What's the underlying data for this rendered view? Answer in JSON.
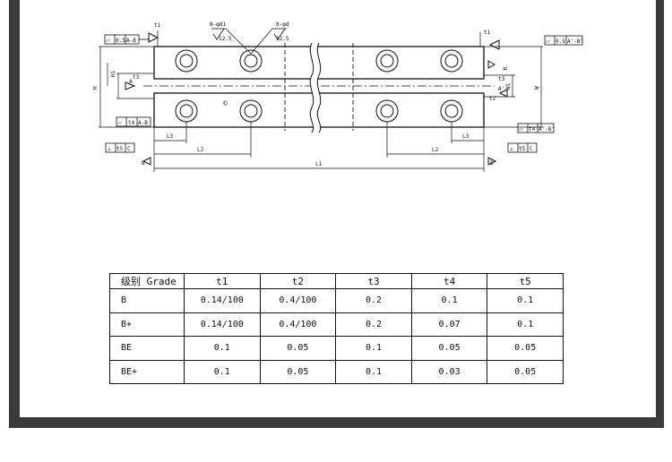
{
  "drawing": {
    "hole_callout_left": "8-φd1",
    "hole_callout_right": "8-φd",
    "roughness_left": "12.5",
    "roughness_right": "12.5",
    "datum_a_label": "A",
    "datum_a_top_left": "A-B",
    "datum_a_prime": "A'",
    "datum_a_prime_right": "A'-B'",
    "datum_c": "C",
    "datum_b": "B",
    "datum_b_prime": "B'",
    "tolerance_05": "0.5",
    "tolerance_t1": "t1",
    "tolerance_t2": "t2",
    "tolerance_t3": "t3",
    "tolerance_t4": "t4",
    "tolerance_t5": "t5",
    "dim_l3": "L3",
    "dim_l2": "L2",
    "dim_l1": "L1",
    "dim_h": "H",
    "dim_h1": "H1",
    "dim_k": "K",
    "dim_w": "W",
    "dim_w1": "W1",
    "flatness_sym": "⏥",
    "parallel_sym": "∥",
    "perp_sym": "⊥",
    "symmetry_sym": "⌯",
    "center_mark": "©"
  },
  "table": {
    "headers": [
      "级别 Grade",
      "t1",
      "t2",
      "t3",
      "t4",
      "t5"
    ],
    "rows": [
      [
        "B",
        "0.14/100",
        "0.4/100",
        "0.2",
        "0.1",
        "0.1"
      ],
      [
        "B+",
        "0.14/100",
        "0.4/100",
        "0.2",
        "0.07",
        "0.1"
      ],
      [
        "BE",
        "0.1",
        "0.05",
        "0.1",
        "0.05",
        "0.05"
      ],
      [
        "BE+",
        "0.1",
        "0.05",
        "0.1",
        "0.03",
        "0.05"
      ]
    ]
  }
}
